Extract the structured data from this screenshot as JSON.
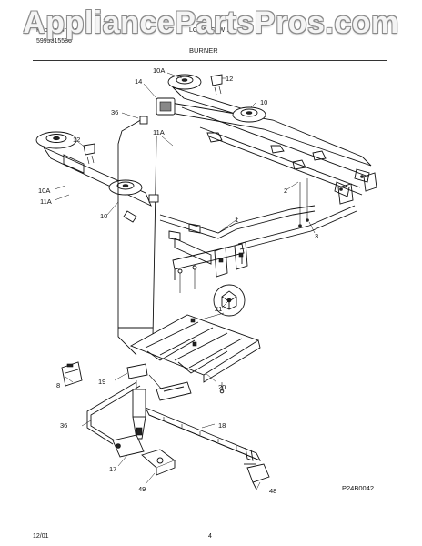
{
  "header": {
    "pub_label": "Publication No.",
    "model_label": "LGF 24CTW ...",
    "model_line2": "5995315586",
    "section_title": "BURNER"
  },
  "watermark": "AppliancePartsPros.com",
  "callouts": {
    "c1": "1",
    "c2": "2",
    "c3": "3",
    "c8": "8",
    "c10a_top": "10A",
    "c10_right": "10",
    "c10a_left": "10A",
    "c10_left": "10",
    "c11a_mid": "11A",
    "c11a_left": "11A",
    "c12_top": "12",
    "c12_left": "12",
    "c14": "14",
    "c17": "17",
    "c18": "18",
    "c19": "19",
    "c20": "20",
    "c21": "21",
    "c36_top": "36",
    "c36_bottom": "36",
    "c48": "48",
    "c49": "49"
  },
  "footer": {
    "date": "12/01",
    "page": "4",
    "drawing_code": "P24B0042"
  }
}
